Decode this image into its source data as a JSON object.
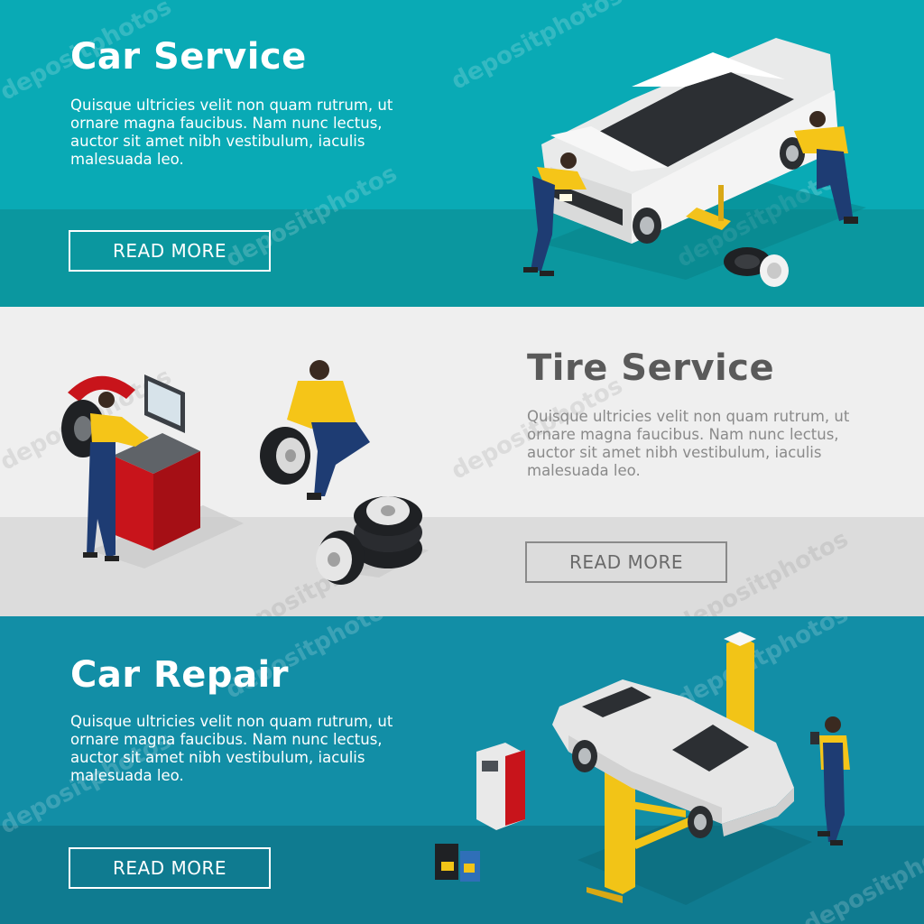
{
  "banners": [
    {
      "title": "Car Service",
      "body": "Quisque ultricies velit non quam rutrum, ut ornare magna faucibus. Nam nunc lectus, auctor sit amet nibh vestibulum, iaculis malesuada leo.",
      "button": "READ MORE",
      "colors": {
        "top": "#09aab5",
        "bottom": "#0b979f",
        "text": "#ffffff"
      }
    },
    {
      "title": "Tire Service",
      "body": "Quisque ultricies velit non quam rutrum, ut ornare magna faucibus. Nam nunc lectus, auctor sit amet nibh vestibulum, iaculis malesuada leo.",
      "button": "READ MORE",
      "colors": {
        "top": "#efefef",
        "bottom": "#dcdcdc",
        "title": "#5a5a5a",
        "text": "#8a8a8a"
      }
    },
    {
      "title": "Car Repair",
      "body": "Quisque ultricies velit non quam rutrum, ut ornare magna faucibus. Nam nunc lectus, auctor sit amet nibh vestibulum, iaculis malesuada leo.",
      "button": "READ MORE",
      "colors": {
        "top": "#128ea6",
        "bottom": "#0f7b90",
        "text": "#ffffff"
      }
    }
  ],
  "watermark": "depositphotos",
  "icons": [
    "car-icon",
    "mechanic-icon",
    "tire-icon",
    "car-jack-icon",
    "wheel-balancer-icon",
    "car-lift-icon",
    "ac-service-machine-icon",
    "oil-canister-icon"
  ]
}
